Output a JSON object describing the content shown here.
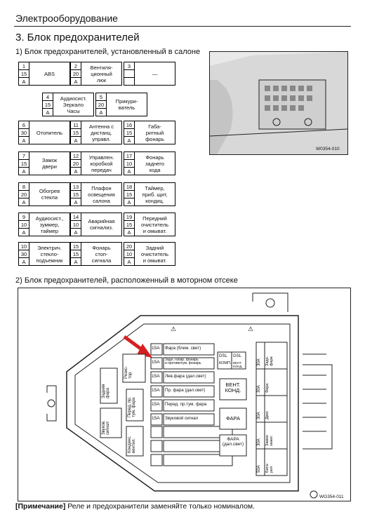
{
  "header": "Электрооборудование",
  "section_title": "3. Блок предохранителей",
  "sub1": "1) Блок предохранителей, установленный в салоне",
  "sub2": "2) Блок предохранителей, расположенный в моторном отсеке",
  "photo_code": "W0354-010",
  "diagram_code": "WG354-011",
  "note_prefix": "[Примечание]",
  "note_text": "Реле и предохранители заменяйте только номиналом.",
  "cabin_fuses": [
    {
      "num": "1",
      "amp": "15",
      "unit": "A",
      "label": "ABS"
    },
    {
      "num": "2",
      "amp": "20",
      "unit": "A",
      "label": "Вентиля-\nционный\nлюк"
    },
    {
      "num": "3",
      "amp": "",
      "unit": "",
      "label": "—"
    },
    {
      "num": "4",
      "amp": "15",
      "unit": "A",
      "label": "Аудиосист.\nЗеркало\nЧасы"
    },
    {
      "num": "5",
      "amp": "20",
      "unit": "A",
      "label": "Прикури-\nватель"
    },
    {
      "num": "6",
      "amp": "30",
      "unit": "A",
      "label": "Отопитель"
    },
    {
      "num": "11",
      "amp": "15",
      "unit": "A",
      "label": "Антенна с\nдистанц.\nуправл."
    },
    {
      "num": "16",
      "amp": "15",
      "unit": "A",
      "label": "Габа-\nритный\nфонарь"
    },
    {
      "num": "7",
      "amp": "15",
      "unit": "A",
      "label": "Замок\nдвери"
    },
    {
      "num": "12",
      "amp": "20",
      "unit": "A",
      "label": "Управлен.\nкоробкой\nпередач"
    },
    {
      "num": "17",
      "amp": "10",
      "unit": "A",
      "label": "Фонарь\nзаднего\nхода"
    },
    {
      "num": "8",
      "amp": "20",
      "unit": "A",
      "label": "Обогрев\nстекла"
    },
    {
      "num": "13",
      "amp": "15",
      "unit": "A",
      "label": "Плафон\nосвещения\nсалона"
    },
    {
      "num": "18",
      "amp": "15",
      "unit": "A",
      "label": "Таймер,\nприб. щит,\nкондиц."
    },
    {
      "num": "9",
      "amp": "10",
      "unit": "A",
      "label": "Аудиосист.,\nзуммер,\nтаймер"
    },
    {
      "num": "14",
      "amp": "10",
      "unit": "A",
      "label": "Аварийная\nсигнализ."
    },
    {
      "num": "19",
      "amp": "15",
      "unit": "A",
      "label": "Передний\nочиститель\nи омыват."
    },
    {
      "num": "10",
      "amp": "30",
      "unit": "A",
      "label": "Электрич.\nстекло-\nподъемник"
    },
    {
      "num": "15",
      "amp": "15",
      "unit": "A",
      "label": "Фонарь\nстоп-\nсигнала"
    },
    {
      "num": "20",
      "amp": "10",
      "unit": "A",
      "label": "Задний\nочиститель\nи омыват."
    }
  ],
  "engine": {
    "warn": "⚠",
    "rows": [
      {
        "amp": "15A",
        "label": "Фара (ближ. свет)"
      },
      {
        "amp": "15A",
        "label": "Задн. габар. фонарь\nи противотум. фонарь"
      },
      {
        "amp": "15A",
        "label": "Лев.фара (дал.свет)"
      },
      {
        "amp": "15A",
        "label": "Пр. фара (дал.свет)"
      },
      {
        "amp": "15A",
        "label": "Перед. пр.тум. фара"
      },
      {
        "amp": "15A",
        "label": "Звуковой сигнал"
      }
    ],
    "dsl": "DSL",
    "gsl": "GSL",
    "komp": "КОМП.",
    "vent": "ВЕНТ.\nКОНД.",
    "vent_big": "ВЕНТ.\nКОНД.",
    "fara": "ФАРА",
    "fara_dal": "ФАРА\n(дал.свет)",
    "relays": [
      "Задняя\nфара",
      "Перед. пр.\nтум. фара",
      "Звуков.\nсигнал",
      "Конденс.\nвентил.",
      "Резис-\nтор"
    ],
    "right_amps": [
      "30A",
      "30A",
      "30A",
      "30A",
      "50A"
    ],
    "right_labels": [
      "Задн.\nфара",
      "Фара",
      "Двиг.",
      "Замок\nзажиг.",
      "Бата-\nрея"
    ]
  }
}
